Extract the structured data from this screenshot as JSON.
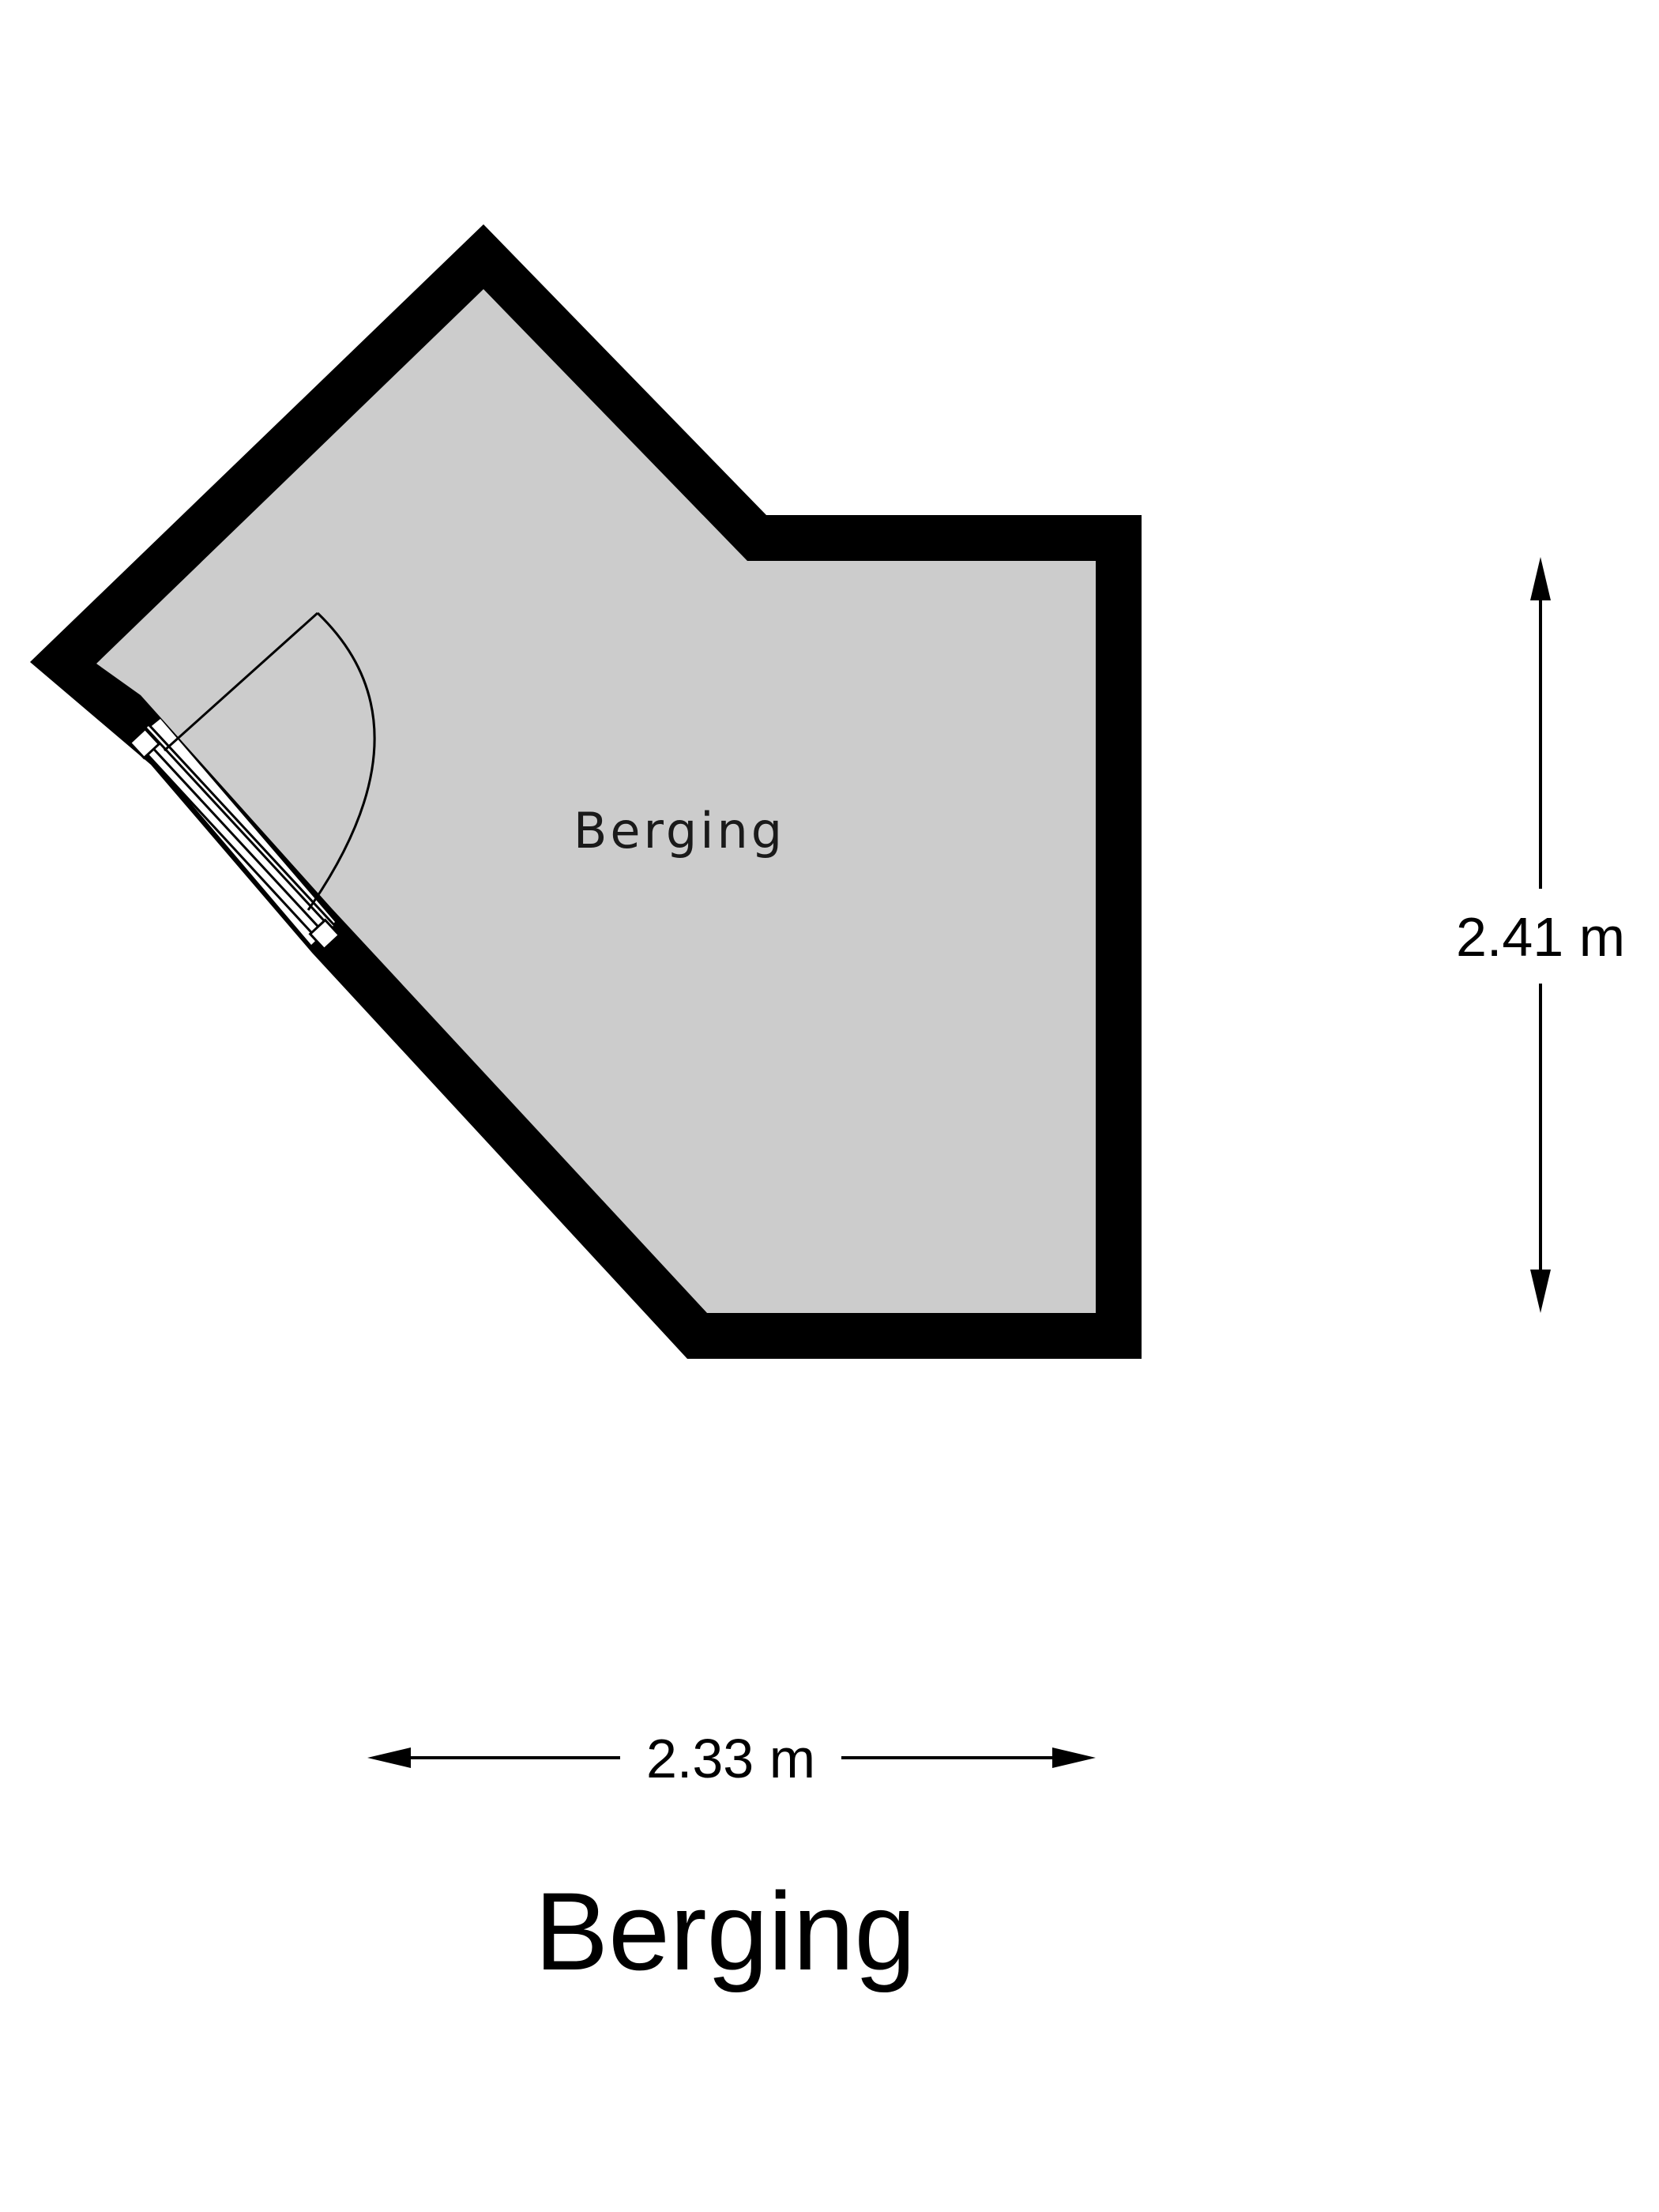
{
  "plan": {
    "title": "Berging",
    "room": {
      "name": "Berging"
    },
    "dimensions": {
      "width": "2.33 m",
      "height": "2.41 m"
    },
    "colors": {
      "wall": "#000000",
      "floor": "#cccccc",
      "background": "#ffffff"
    }
  }
}
